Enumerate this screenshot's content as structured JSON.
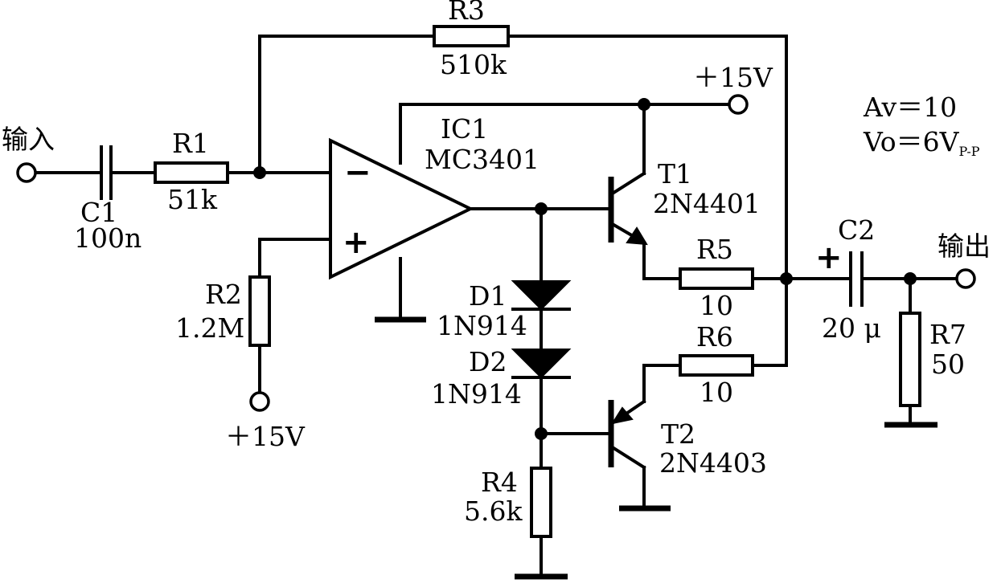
{
  "labels": {
    "input": "输入",
    "output": "输出",
    "c1": "C1",
    "c1_val": "100n",
    "r1": "R1",
    "r1_val": "51k",
    "r2": "R2",
    "r2_val": "1.2M",
    "r3": "R3",
    "r3_val": "510k",
    "r4": "R4",
    "r4_val": "5.6k",
    "r5": "R5",
    "r5_val": "10",
    "r6": "R6",
    "r6_val": "10",
    "r7": "R7",
    "r7_val": "50",
    "c2": "C2",
    "c2_val": "20 μ",
    "ic1": "IC1",
    "ic1_val": "MC3401",
    "d1": "D1",
    "d1_val": "1N914",
    "d2": "D2",
    "d2_val": "1N914",
    "t1": "T1",
    "t1_val": "2N4401",
    "t2": "T2",
    "t2_val": "2N4403",
    "vplus_top": "＋15V",
    "vplus_bottom": "＋15V",
    "minus": "−",
    "plus": "+",
    "c2_polarity": "+",
    "gain": "Av＝10",
    "vo_prefix": "Vo＝6V",
    "vo_sub": "P-P"
  }
}
